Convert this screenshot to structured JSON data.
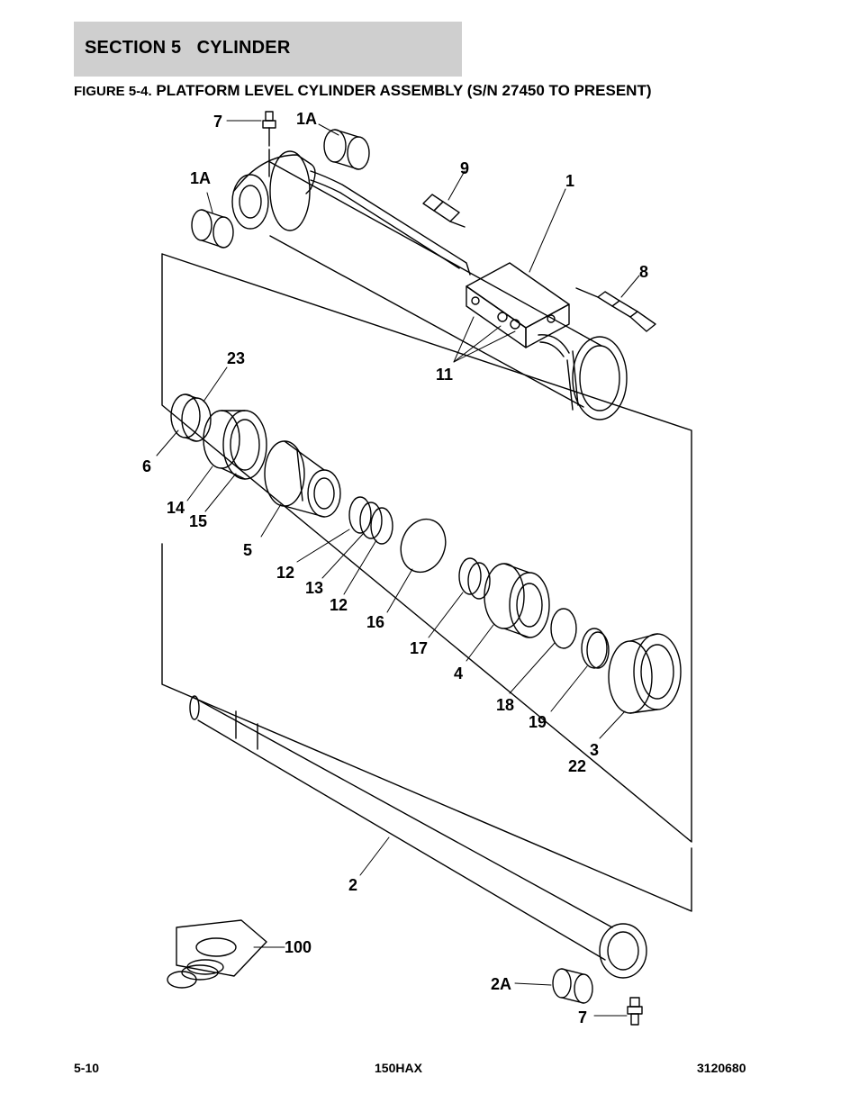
{
  "header": {
    "section": "SECTION 5   CYLINDER"
  },
  "figure": {
    "number": "FIGURE 5-4.",
    "title": "PLATFORM LEVEL CYLINDER ASSEMBLY (S/N 27450 TO PRESENT)"
  },
  "callouts": {
    "c7_top": "7",
    "c1a_top": "1A",
    "c1a_left": "1A",
    "c9": "9",
    "c1": "1",
    "c8": "8",
    "c11": "11",
    "c23": "23",
    "c6": "6",
    "c14": "14",
    "c15": "15",
    "c5": "5",
    "c12a": "12",
    "c13": "13",
    "c12b": "12",
    "c16": "16",
    "c17": "17",
    "c4": "4",
    "c18": "18",
    "c19": "19",
    "c3": "3",
    "c22": "22",
    "c2": "2",
    "c100": "100",
    "c2a": "2A",
    "c7_bottom": "7"
  },
  "footer": {
    "page": "5-10",
    "model": "150HAX",
    "doc_number": "3120680"
  }
}
